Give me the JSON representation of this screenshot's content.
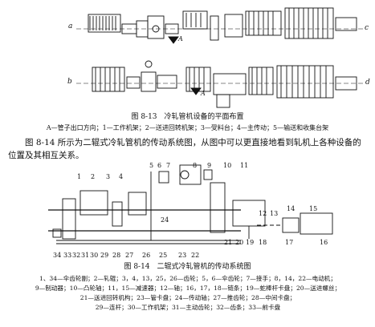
{
  "fig13": {
    "letters": {
      "a": "a",
      "b": "b",
      "c": "c",
      "d": "d",
      "A": "A"
    },
    "title": "图 8-13　冷轧管机设备的平面布置",
    "legend": "A—管子出口方向；1—工作机架；2—送进回转机架；3—受料台；4—主传动；5—输送和收集台架"
  },
  "paragraph": "图 8-14 所示为二辊式冷轧管机的传动系统图，从图中可以更直接地看到轧机上各种设备的位置及其相互关系。",
  "fig14": {
    "title": "图 8-14　二辊式冷轧管机的传动系统图",
    "legend": [
      "1、34—伞齿轮副；2—轧辊；3，4，13，25，26—齿轮；5，6—伞齿轮；7—接手；8，14，22—电动机；",
      "9—制动器；10—凸轮轴；11，15—减速器；12—轴；16，17，18—链条；19—蛇棒杆卡盘；20—送进螺丝；",
      "21—送进回转机构；23—管卡盘；24—传动轴；27—推齿轮；28—中间卡盘；",
      "29—连杆；30—工作机架；31—主动齿轮；32—齿条；33—前卡盘"
    ],
    "labels": {
      "n1": "1",
      "n2": "2",
      "n3": "3",
      "n4": "4",
      "n5": "5",
      "n6": "6",
      "n7": "7",
      "n8": "8",
      "n9": "9",
      "n10": "10",
      "n11": "11",
      "n12": "12",
      "n13": "13",
      "n14": "14",
      "n15": "15",
      "n16": "16",
      "n17": "17",
      "n18": "18",
      "n19": "19",
      "n20": "20",
      "n21": "21",
      "n22": "22",
      "n23": "23",
      "n24": "24",
      "n25": "25",
      "n26": "26",
      "n27": "27",
      "n28": "28",
      "n29": "29",
      "n30": "30",
      "n31": "31",
      "n32": "32",
      "n33": "33",
      "n34": "34"
    }
  }
}
